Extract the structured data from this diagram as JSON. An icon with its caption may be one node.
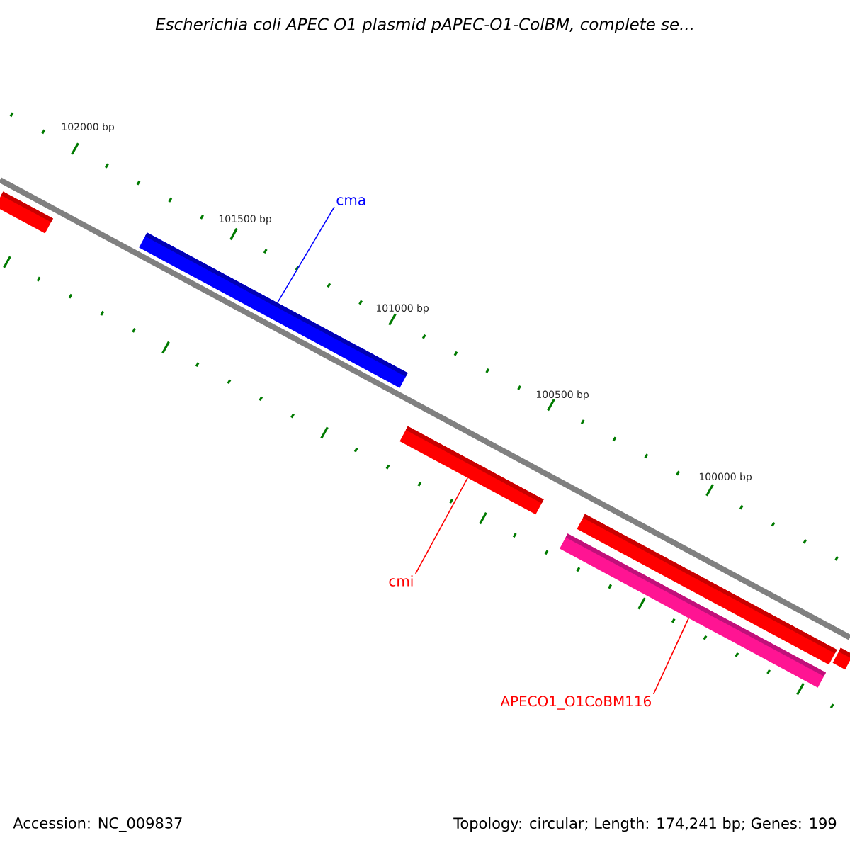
{
  "diagram": {
    "title": "Escherichia coli APEC O1 plasmid pAPEC-O1-ColBM, complete se...",
    "nodes": [
      {
        "text": [],
        "shape": "bar"
      },
      {
        "text": [
          "cma"
        ]
      },
      {
        "text": [],
        "shape": "bar"
      },
      {
        "text": [
          "cmi"
        ]
      },
      {
        "text": [],
        "shape": "bar"
      },
      {
        "text": [
          "APECO1_O1CoBM116"
        ]
      },
      {
        "text": [],
        "shape": "bar"
      },
      {
        "text": [],
        "shape": "bar"
      },
      {
        "text": [],
        "shape": "bar"
      }
    ],
    "edges": [
      {
        "from": 1,
        "to": 2,
        "arrow": "none",
        "color": "#0000ff"
      },
      {
        "from": 3,
        "to": 4,
        "arrow": "none"
      },
      {
        "from": 5,
        "to": 6,
        "arrow": "none"
      }
    ],
    "labels": [
      "102000 bp",
      "101500 bp",
      "101000 bp",
      "100500 bp",
      "100000 bp",
      "Accession: NC_009837",
      "Topology: circular; Length: 174,241 bp; Genes: 199"
    ]
  }
}
